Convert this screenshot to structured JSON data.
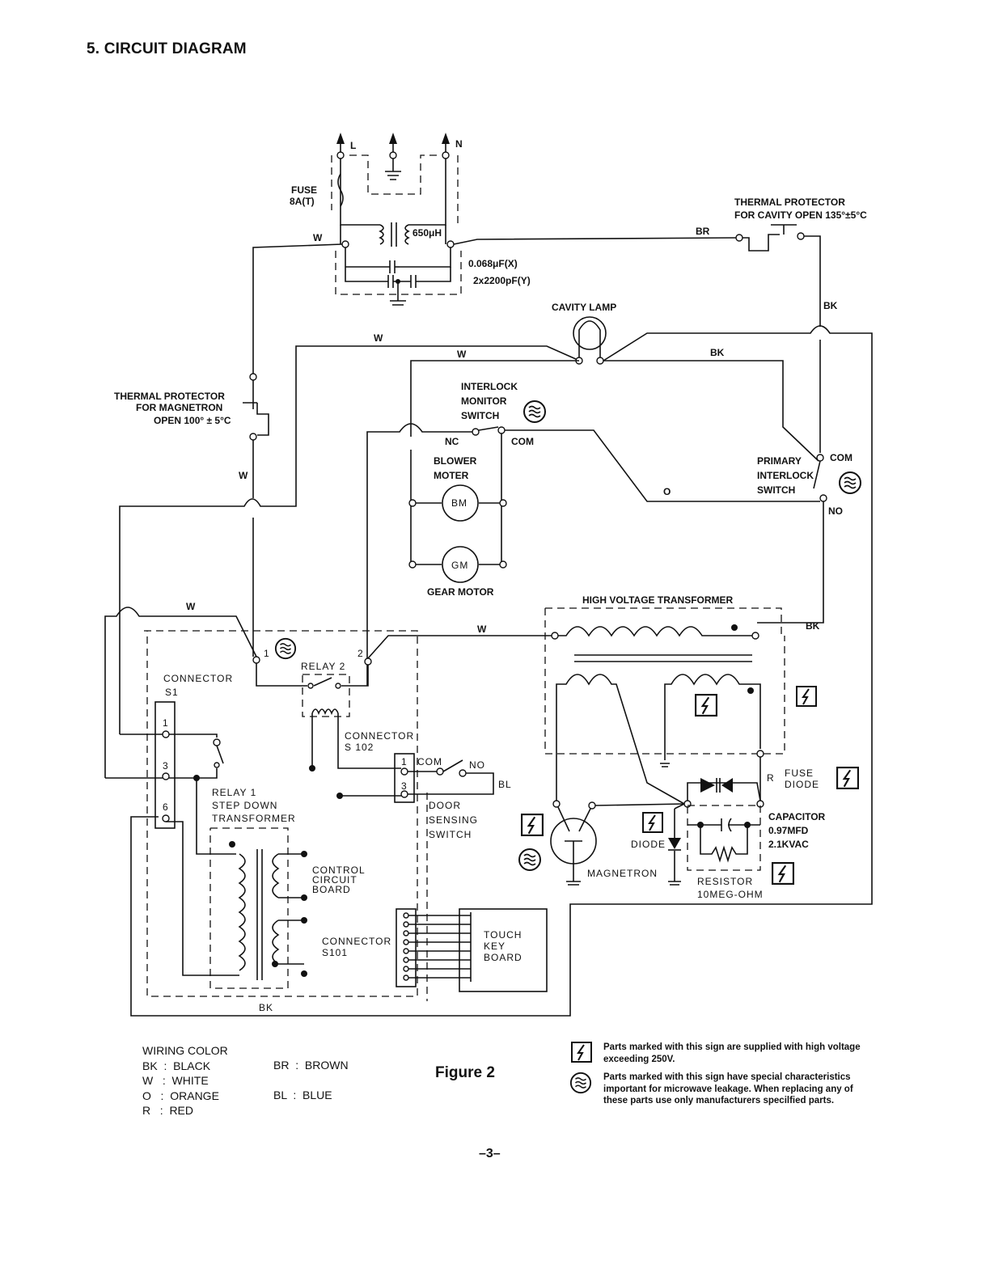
{
  "heading": "5. CIRCUIT DIAGRAM",
  "labels": {
    "L": "L",
    "N": "N",
    "fuse": "FUSE",
    "fuse_rating": "8A(T)",
    "inductor": "650μH",
    "cap_x": "0.068μF(X)",
    "cap_y": "2x2200pF(Y)",
    "thermal_cavity_1": "THERMAL  PROTECTOR",
    "thermal_cavity_2": "FOR CAVITY  OPEN  135°±5°C",
    "cavity_lamp": "CAVITY LAMP",
    "thermal_mag_1": "THERMAL  PROTECTOR",
    "thermal_mag_2": "FOR  MAGNETRON",
    "thermal_mag_3": "OPEN 100° ± 5°C",
    "interlock_monitor_1": "INTERLOCK",
    "interlock_monitor_2": "MONITOR",
    "interlock_monitor_3": "SWITCH",
    "nc": "NC",
    "com": "COM",
    "blower_1": "BLOWER",
    "blower_2": "MOTER",
    "bm": "BM",
    "gm": "GM",
    "gear_motor": "GEAR MOTOR",
    "primary_1": "PRIMARY",
    "primary_2": "INTERLOCK",
    "primary_3": "SWITCH",
    "primary_com": "COM",
    "primary_no": "NO",
    "hv_transformer": "HIGH VOLTAGE TRANSFORMER",
    "connector_s1_1": "CONNECTOR",
    "connector_s1_2": "S1",
    "relay2": "RELAY  2",
    "pin1": "1",
    "pin2": "2",
    "pin3": "3",
    "pin6": "6",
    "connector_s102_1": "CONNECTOR",
    "connector_s102_2": "S 102",
    "door_com": "COM",
    "door_no": "NO",
    "door_1": "DOOR",
    "door_2": "SENSING",
    "door_3": "SWITCH",
    "relay1_1": "RELAY  1",
    "relay1_2": "STEP  DOWN",
    "relay1_3": "TRANSFORMER",
    "control_1": "CONTROL",
    "control_2": "CIRCUIT",
    "control_3": "BOARD",
    "connector_s101_1": "CONNECTOR",
    "connector_s101_2": "S101",
    "touch_1": "TOUCH",
    "touch_2": "KEY",
    "touch_3": "BOARD",
    "fuse_diode_1": "FUSE",
    "fuse_diode_2": "DIODE",
    "capacitor_1": "CAPACITOR",
    "capacitor_2": "0.97MFD",
    "capacitor_3": "2.1KVAC",
    "diode": "DIODE",
    "magnetron": "MAGNETRON",
    "resistor_1": "RESISTOR",
    "resistor_2": "10MEG-OHM",
    "w1": "W",
    "w2": "W",
    "w3": "W",
    "w4": "W",
    "w5": "W",
    "w6": "W",
    "br": "BR",
    "bk1": "BK",
    "bk2": "BK",
    "bk3": "BK",
    "bk4": "BK",
    "o": "O",
    "r": "R",
    "bl": "BL"
  },
  "legend": {
    "title": "WIRING COLOR",
    "bk": "BK  :  BLACK",
    "w": "W   :  WHITE",
    "o": "O   :  ORANGE",
    "r": "R   :  RED",
    "br": "BR  :  BROWN",
    "bl": "BL  :  BLUE"
  },
  "figure": "Figure 2",
  "notes": {
    "hv": "Parts marked with this sign are supplied with high voltage exceeding 250V.",
    "mw": "Parts marked with this sign have special characteristics important for microwave leakage. When replacing any of these parts use only manufacturers specilfied parts."
  },
  "page_number": "–3–"
}
